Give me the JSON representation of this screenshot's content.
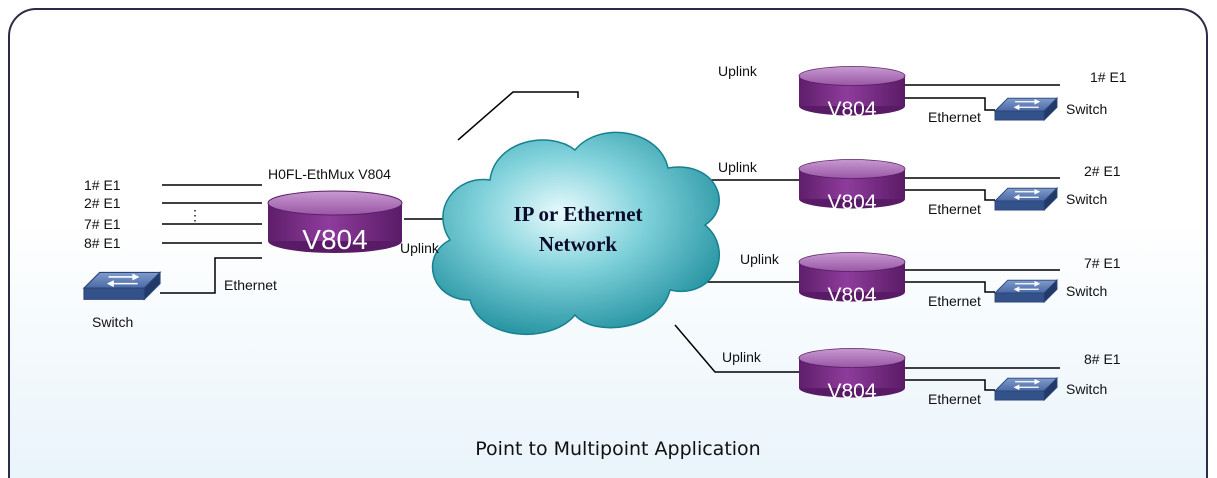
{
  "caption": "Point to Multipoint Application",
  "cloud": {
    "line1": "IP or Ethernet",
    "line2": "Network"
  },
  "central": {
    "title": "H0FL-EthMux V804",
    "device": "V804",
    "e1_ports": [
      "1# E1",
      "2# E1",
      "7# E1",
      "8# E1"
    ],
    "ellipsis": "⋮",
    "uplink": "Uplink",
    "ethernet": "Ethernet",
    "switch": "Switch"
  },
  "remotes": [
    {
      "device": "V804",
      "uplink": "Uplink",
      "e1": "1# E1",
      "ethernet": "Ethernet",
      "switch": "Switch"
    },
    {
      "device": "V804",
      "uplink": "Uplink",
      "e1": "2# E1",
      "ethernet": "Ethernet",
      "switch": "Switch"
    },
    {
      "device": "V804",
      "uplink": "Uplink",
      "e1": "7# E1",
      "ethernet": "Ethernet",
      "switch": "Switch"
    },
    {
      "device": "V804",
      "uplink": "Uplink",
      "e1": "8# E1",
      "ethernet": "Ethernet",
      "switch": "Switch"
    }
  ],
  "colors": {
    "device": "#7e2f8a",
    "cloud": "#2fa6b3",
    "switch": "#3f5f9a",
    "frame": "#2b2b4a"
  }
}
